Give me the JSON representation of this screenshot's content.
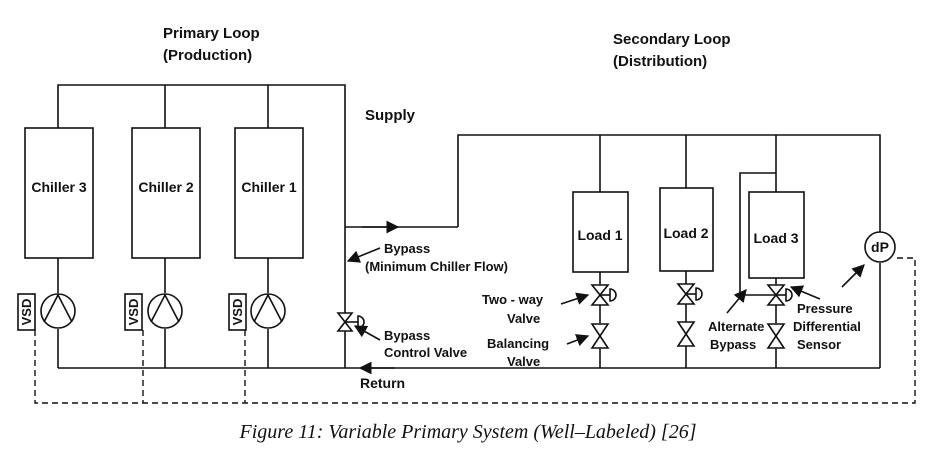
{
  "primary": {
    "title": "Primary Loop",
    "subtitle": "(Production)"
  },
  "secondary": {
    "title": "Secondary Loop",
    "subtitle": "(Distribution)"
  },
  "supply": "Supply",
  "return": "Return",
  "chillers": [
    "Chiller 3",
    "Chiller 2",
    "Chiller 1"
  ],
  "vsd": "VSD",
  "loads": [
    "Load 1",
    "Load 2",
    "Load 3"
  ],
  "dp": "dP",
  "bypass": {
    "line1": "Bypass",
    "line2": "(Minimum Chiller Flow)"
  },
  "bypass_valve": {
    "line1": "Bypass",
    "line2": "Control Valve"
  },
  "two_way": {
    "line1": "Two - way",
    "line2": "Valve"
  },
  "balancing": {
    "line1": "Balancing",
    "line2": "Valve"
  },
  "alt_bypass": {
    "line1": "Alternate",
    "line2": "Bypass"
  },
  "pressure": {
    "line1": "Pressure",
    "line2": "Differential",
    "line3": "Sensor"
  },
  "caption": "Figure 11: Variable Primary System (Well–Labeled) [26]"
}
